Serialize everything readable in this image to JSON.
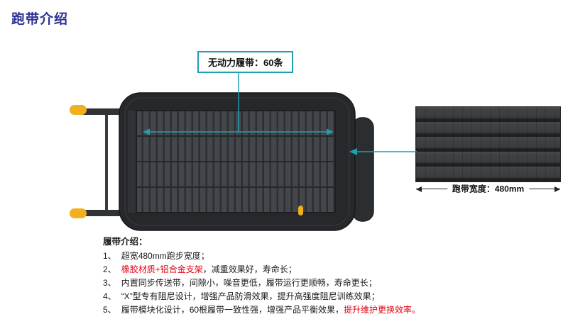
{
  "page": {
    "title": "跑带介绍"
  },
  "callout": {
    "label": "无动力履带：60条"
  },
  "detail": {
    "dimension_label": "跑带宽度：480mm"
  },
  "intro": {
    "heading": "履带介绍：",
    "items": [
      {
        "num": "1、",
        "text": "超宽480mm跑步宽度；"
      },
      {
        "num": "2、",
        "red_text": "橡胶材质+铝合金支架",
        "text": "，减重效果好，寿命长；"
      },
      {
        "num": "3、",
        "text": "内置同步传送带，间隙小，噪音更低，履带运行更顺畅，寿命更长；"
      },
      {
        "num": "4、",
        "text": "“X”型专有阻尼设计，增强产品防滑效果，提升高强度阻尼训练效果；"
      },
      {
        "num": "5、",
        "text": "履带模块化设计，60根履带一致性强，增强产品平衡效果，",
        "red_text_end": "提升维护更换效率。"
      }
    ]
  },
  "colors": {
    "title_blue": "#2e3192",
    "accent_teal": "#1f9fb0",
    "highlight_red": "#e60012",
    "machine_yellow": "#f2b01e"
  }
}
